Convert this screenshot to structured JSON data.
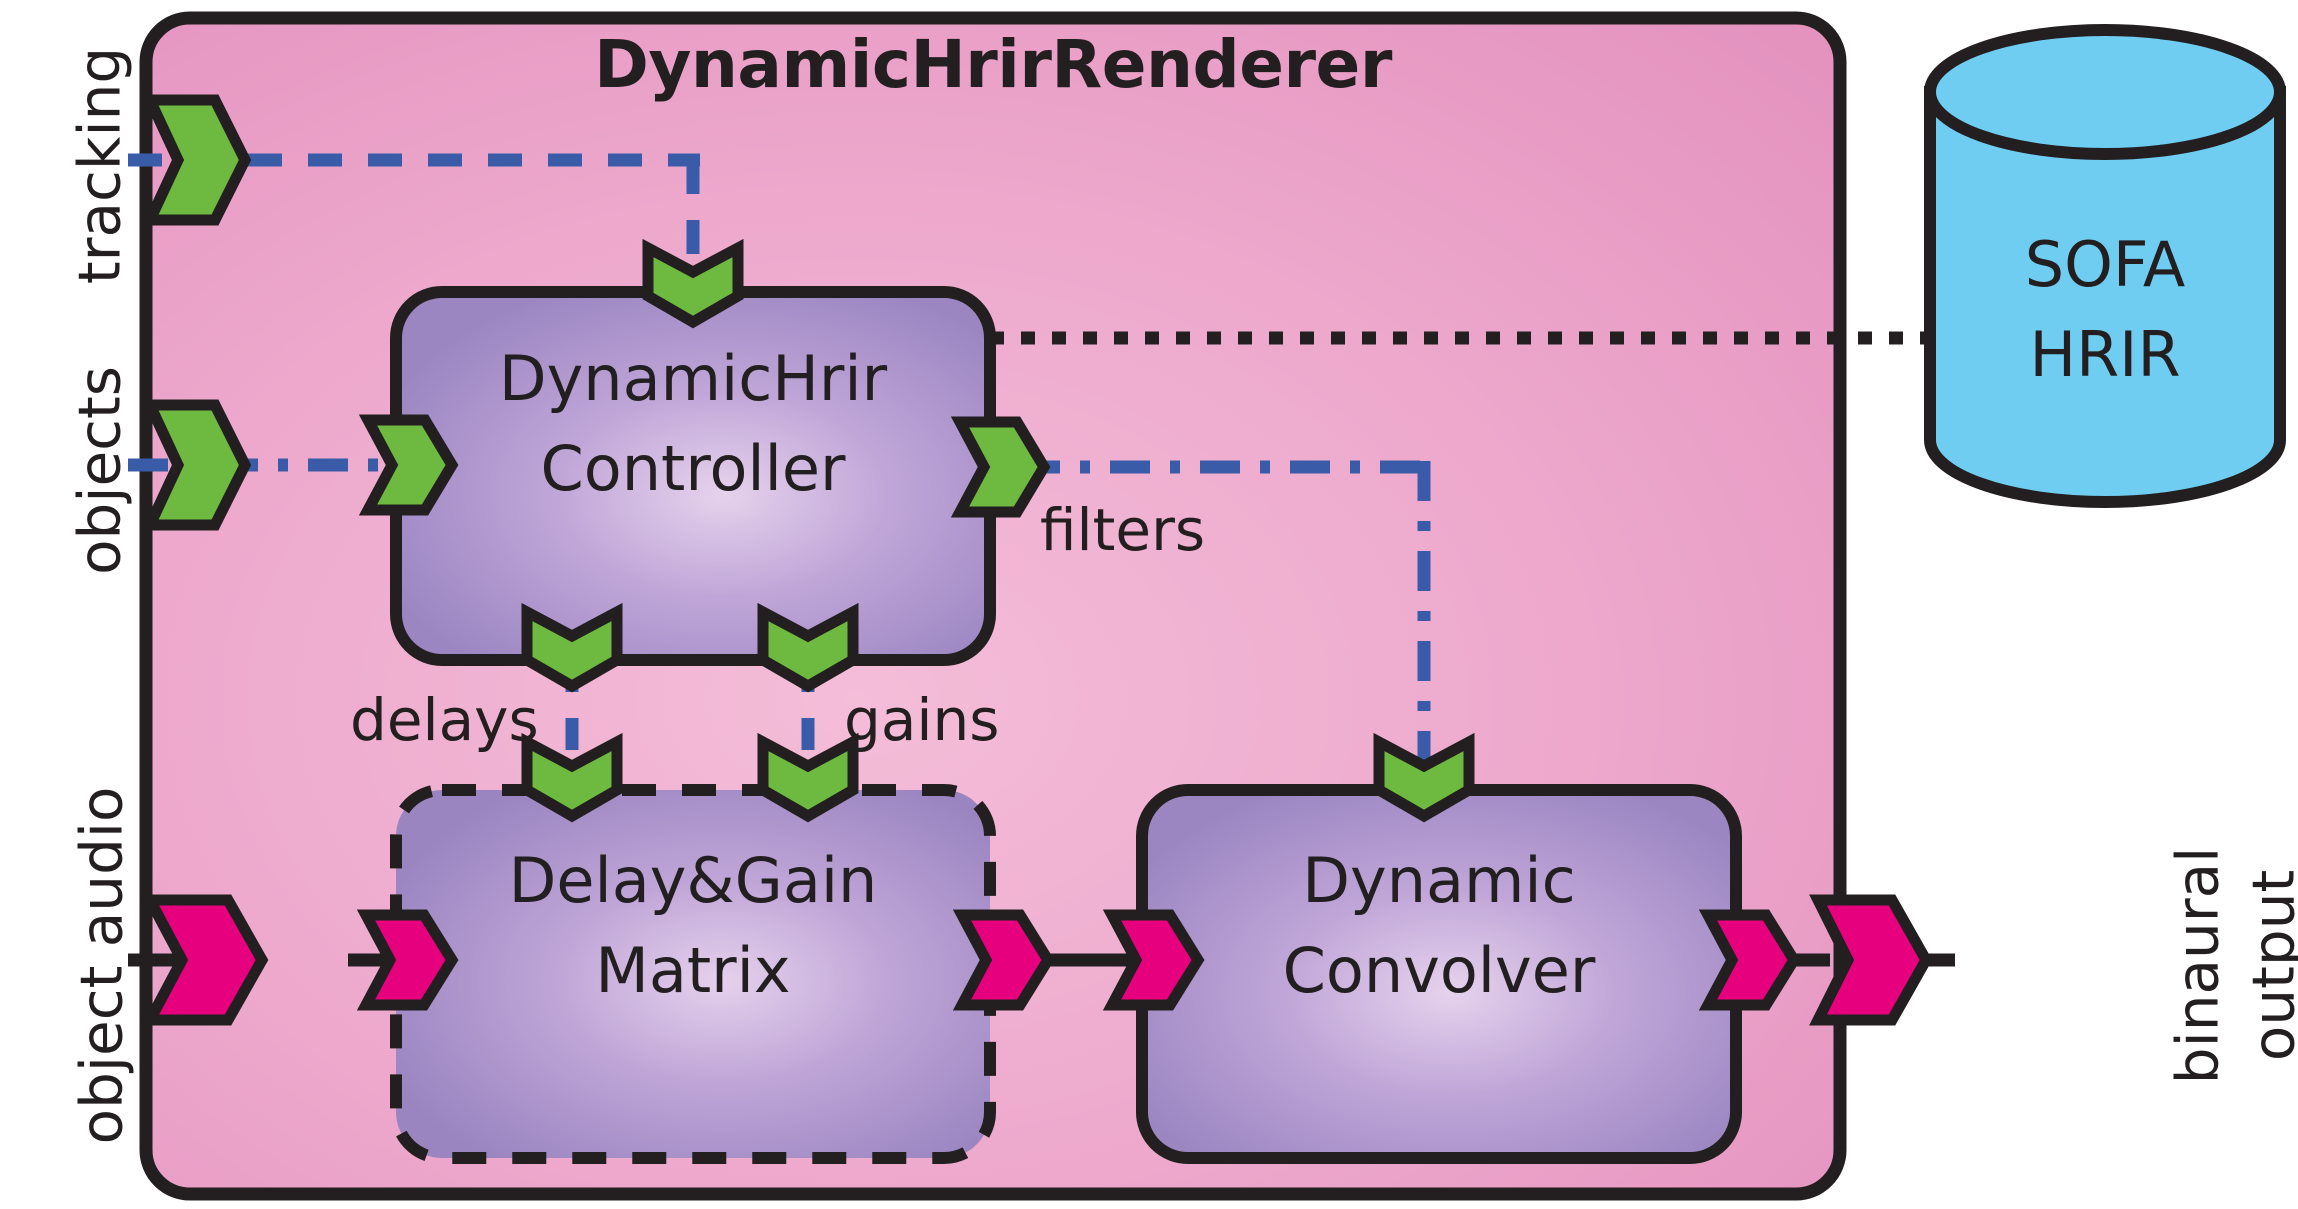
{
  "title": "DynamicHrirRenderer",
  "colors": {
    "outer_fill_light": "#f0b4d2",
    "outer_fill_mid": "#e79bc5",
    "block_fill_light": "#e0c7e8",
    "block_fill_mid": "#a08ac4",
    "port_green": "#6eb93f",
    "port_magenta": "#e6007e",
    "db_blue": "#6fcdf2",
    "stroke": "#231f20",
    "signal_blue": "#3a5ca8",
    "audio_black": "#231f20"
  },
  "external_labels": [
    {
      "name": "tracking",
      "text": "tracking"
    },
    {
      "name": "objects",
      "text": "objects"
    },
    {
      "name": "object-audio",
      "text": "object audio"
    },
    {
      "name": "binaural-output",
      "line1": "binaural",
      "line2": "output"
    }
  ],
  "blocks": [
    {
      "id": "controller",
      "line1": "DynamicHrir",
      "line2": "Controller",
      "border": "solid"
    },
    {
      "id": "delay-gain-matrix",
      "line1": "Delay&Gain",
      "line2": "Matrix",
      "border": "dashed"
    },
    {
      "id": "dynamic-convolver",
      "line1": "Dynamic",
      "line2": "Convolver",
      "border": "solid"
    }
  ],
  "database": {
    "id": "sofa-hrir",
    "line1": "SOFA",
    "line2": "HRIR"
  },
  "connection_labels": [
    {
      "name": "filters",
      "text": "filters"
    },
    {
      "name": "delays",
      "text": "delays"
    },
    {
      "name": "gains",
      "text": "gains"
    }
  ],
  "ports": {
    "parameter_icon": "green-chevron-port",
    "audio_icon": "magenta-chevron-port"
  },
  "line_styles": {
    "tracking": "dashed-blue",
    "objects": "dashdot-blue",
    "filters": "dashdot-blue",
    "delays": "dashed-blue",
    "gains": "dashed-blue",
    "sofa_link": "dotted-black",
    "audio": "solid-black"
  }
}
